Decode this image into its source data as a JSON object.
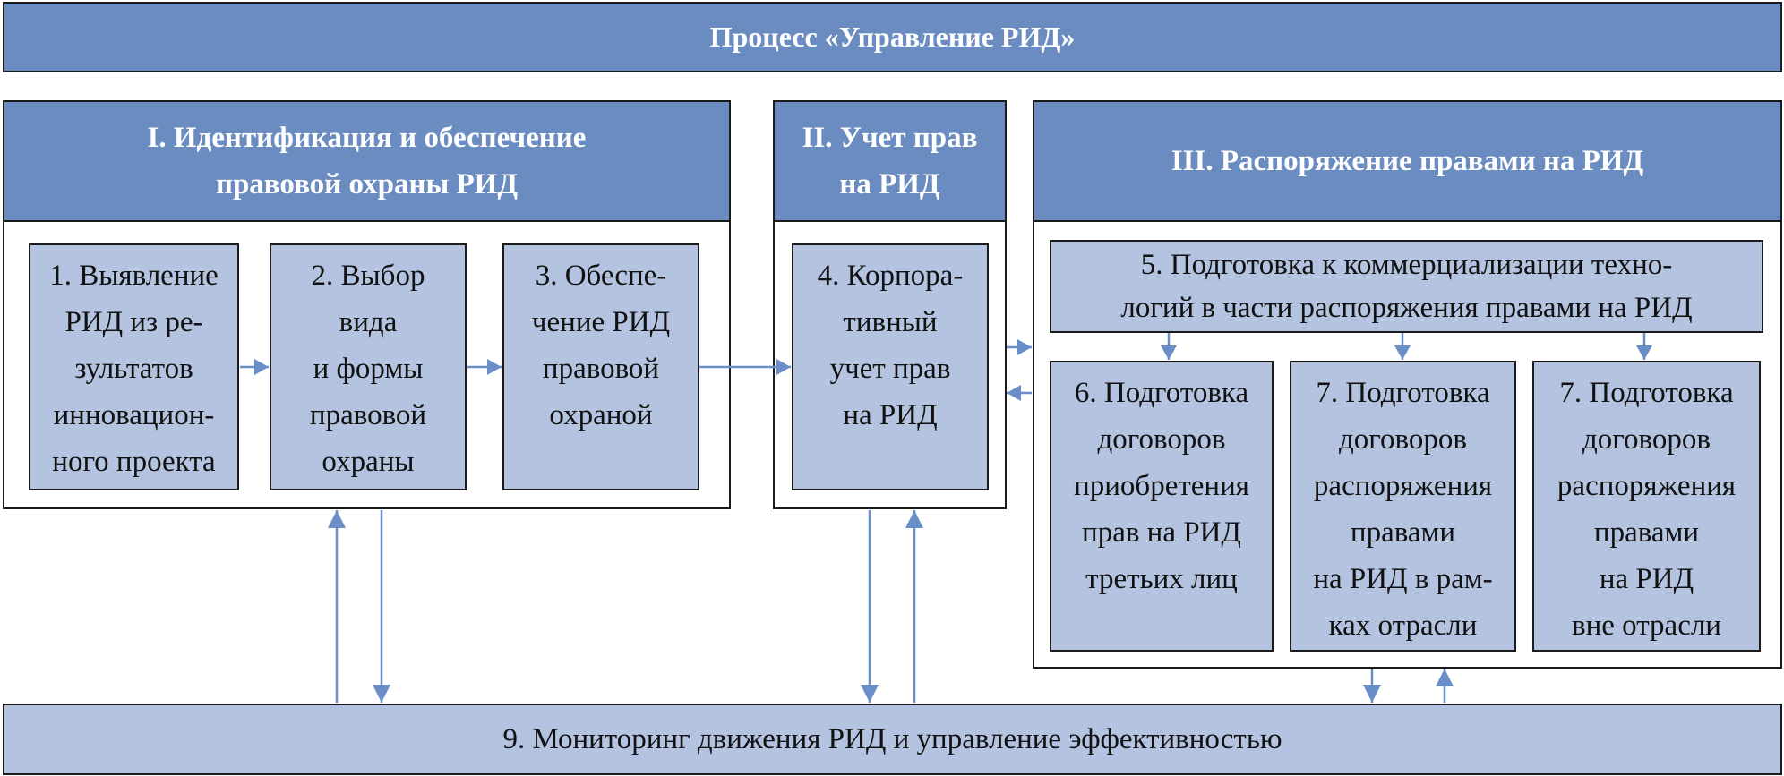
{
  "title": "Процесс «Управление РИД»",
  "sections": [
    {
      "id": "I",
      "header_lines": [
        "I. Идентификация и обеспечение",
        "правовой охраны РИД"
      ]
    },
    {
      "id": "II",
      "header_lines": [
        "II. Учет прав",
        "на РИД"
      ]
    },
    {
      "id": "III",
      "header_lines": [
        "III. Распоряжение правами на РИД"
      ]
    }
  ],
  "steps": {
    "s1": [
      "1. Выявление",
      "РИД из ре-",
      "зультатов",
      "инновацион-",
      "ного проекта"
    ],
    "s2": [
      "2. Выбор",
      "вида",
      "и формы",
      "правовой",
      "охраны"
    ],
    "s3": [
      "3. Обеспе-",
      "чение РИД",
      "правовой",
      "охраной"
    ],
    "s4": [
      "4. Корпора-",
      "тивный",
      "учет прав",
      "на РИД"
    ],
    "s5": [
      "5. Подготовка к коммерциализации техно-",
      "логий в части распоряжения правами на РИД"
    ],
    "s6": [
      "6. Подготовка",
      "договоров",
      "приобретения",
      "прав на РИД",
      "третьих лиц"
    ],
    "s7a": [
      "7. Подготовка",
      "договоров",
      "распоряжения",
      "правами",
      "на РИД в рам-",
      "ках отрасли"
    ],
    "s7b": [
      "7. Подготовка",
      "договоров",
      "распоряжения",
      "правами",
      "на РИД",
      "вне отрасли"
    ]
  },
  "monitoring": "9. Мониторинг движения РИД и управление эффективностью",
  "colors": {
    "header": "#6b8cc0",
    "box": "#b3c3e0",
    "arrow": "#6a8ec8",
    "border": "#1a1a1a"
  }
}
